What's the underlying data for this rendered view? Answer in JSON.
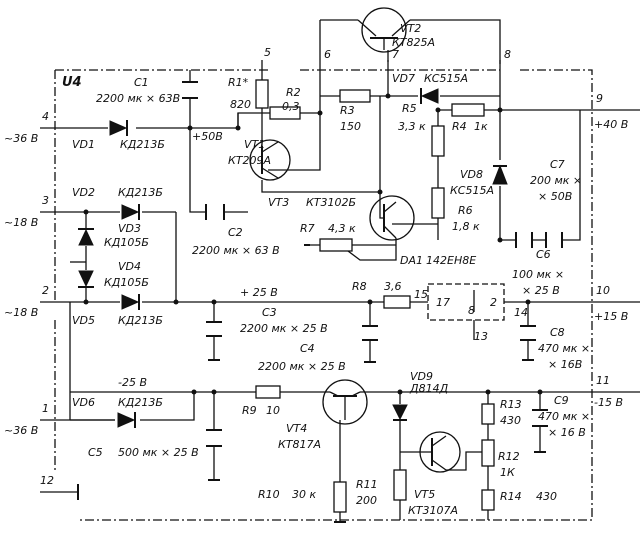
{
  "module": "U4",
  "pins": [
    "1",
    "2",
    "3",
    "4",
    "5",
    "6",
    "7",
    "8",
    "9",
    "10",
    "11",
    "12"
  ],
  "inputs": {
    "p4": "~36 В",
    "p3": "~18 В",
    "p2": "~18 В",
    "p1": "~36 В"
  },
  "outputs": {
    "p9": "+40 В",
    "p10": "+15 В",
    "p11": "-15 В"
  },
  "rails": {
    "v50": "+50В",
    "v25": "+ 25 В",
    "vm25": "-25 В"
  },
  "diodes": {
    "vd1": "VD1",
    "vd1_t": "КД213Б",
    "vd2": "VD2",
    "vd2_t": "КД213Б",
    "vd3": "VD3",
    "vd3_t": "КД105Б",
    "vd4": "VD4",
    "vd4_t": "КД105Б",
    "vd5": "VD5",
    "vd5_t": "КД213Б",
    "vd6": "VD6",
    "vd6_t": "КД213Б",
    "vd7": "VD7",
    "vd7_t": "КС515А",
    "vd8": "VD8",
    "vd8_t": "КС515А",
    "vd9": "VD9",
    "vd9_t": "Д814Д"
  },
  "transistors": {
    "vt1": "VT1",
    "vt1_t": "КТ209А",
    "vt2": "VT2",
    "vt2_t": "КТ825А",
    "vt3": "VT3",
    "vt3_t": "КТ3102Б",
    "vt4": "VT4",
    "vt4_t": "КТ817А",
    "vt5": "VT5",
    "vt5_t": "КТ3107А"
  },
  "resistors": {
    "r1": "R1*",
    "r1_v": "820",
    "r2": "R2",
    "r2_v": "0,3",
    "r3": "R3",
    "r3_v": "150",
    "r4": "R4",
    "r4_v": "1к",
    "r5": "R5",
    "r5_v": "3,3 к",
    "r6": "R6",
    "r6_v": "1,8 к",
    "r7": "R7",
    "r7_v": "4,3 к",
    "r8": "R8",
    "r8_v": "3,6",
    "r9": "R9",
    "r9_v": "10",
    "r10": "R10",
    "r10_v": "30 к",
    "r11": "R11",
    "r11_v": "200",
    "r12": "R12",
    "r12_v": "1К",
    "r13": "R13",
    "r13_v": "430",
    "r14": "R14",
    "r14_v": "430"
  },
  "capacitors": {
    "c1": "C1",
    "c1_v": "2200 мк × 63В",
    "c2": "C2",
    "c2_v": "2200 мк × 63 В",
    "c3": "C3",
    "c3_v": "2200 мк × 25 В",
    "c4": "C4",
    "c4_v": "2200 мк × 25 В",
    "c5": "C5",
    "c5_v": "500 мк × 25 В",
    "c6": "C6",
    "c7": "C7",
    "c7_v1": "200 мк ×",
    "c7_v2": "× 50В",
    "c8": "C8",
    "c8_v1": "470 мк ×",
    "c8_v2": "× 16В",
    "c9": "C9",
    "c9_v1": "470 мк ×",
    "c9_v2": "× 16 В",
    "c67_v1": "100 мк ×",
    "c67_v2": "× 25 В"
  },
  "ic": {
    "name": "DA1",
    "type": "142ЕН8Е",
    "pin_in": "17",
    "pin_gnd": "8",
    "pin_out": "2",
    "pin_adj": "13",
    "pin_a": "15",
    "pin_b": "14"
  }
}
